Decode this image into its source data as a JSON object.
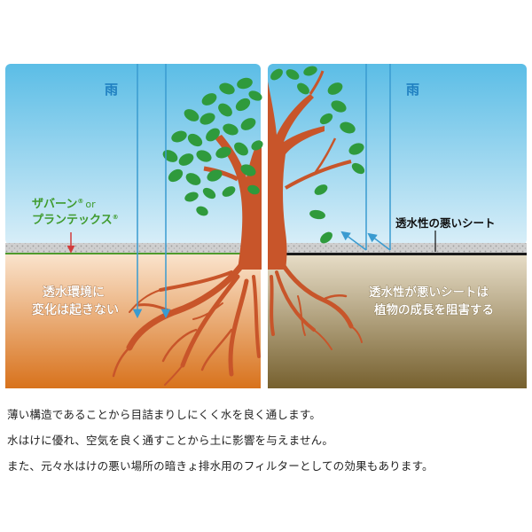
{
  "illustration": {
    "left_panel": {
      "rain_label": "雨",
      "product_label_line1": "ザバーン",
      "product_label_reg1": "®",
      "product_label_or": "or",
      "product_label_line2": "プランテックス",
      "product_label_reg2": "®",
      "soil_text_line1": "透水環境に",
      "soil_text_line2": "変化は起きない"
    },
    "right_panel": {
      "rain_label": "雨",
      "sheet_label": "透水性の悪いシート",
      "soil_text_line1": "透水性が悪いシートは",
      "soil_text_line2": "植物の成長を阻害する"
    },
    "colors": {
      "sky_top": "#5bbde6",
      "sky_bottom": "#d6eef8",
      "soil_left_top": "#f8dcc0",
      "soil_left_bottom": "#d9741e",
      "soil_right_top": "#e2d6bd",
      "soil_right_bottom": "#7a6432",
      "tree_trunk": "#c8552a",
      "leaf": "#2f9a3c",
      "rain_arrow": "#3a9bd0",
      "label_green": "#3f9b2e"
    }
  },
  "description": {
    "line1": "薄い構造であることから目詰まりしにくく水を良く通します。",
    "line2": "水はけに優れ、空気を良く通すことから土に影響を与えません。",
    "line3": "また、元々水はけの悪い場所の暗きょ排水用のフィルターとしての効果もあります。"
  }
}
